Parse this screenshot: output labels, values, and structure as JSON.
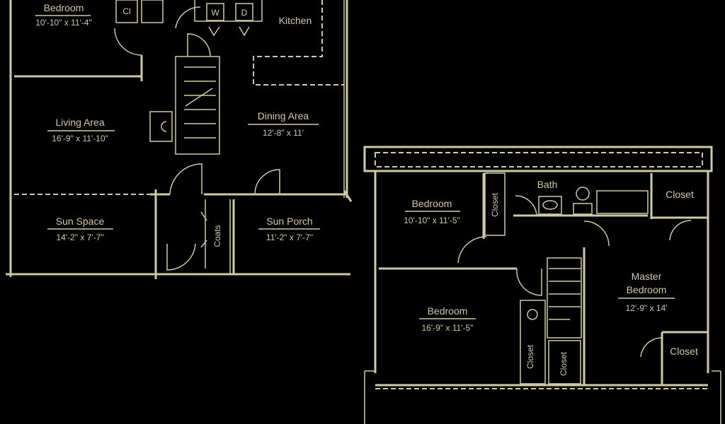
{
  "first_floor": {
    "bedroom": {
      "name": "Bedroom",
      "size": "10'-10\" x 11'-4\""
    },
    "closet_abbr": "Cl",
    "washer": "W",
    "dryer": "D",
    "kitchen": {
      "name": "Kitchen"
    },
    "living_area": {
      "name": "Living Area",
      "size": "16'-9\" x 11'-10\""
    },
    "dining_area": {
      "name": "Dining Area",
      "size": "12'-8\" x 11'"
    },
    "sun_space": {
      "name": "Sun Space",
      "size": "14'-2\" x 7'-7\""
    },
    "coats": "Coats",
    "sun_porch": {
      "name": "Sun Porch",
      "size": "11'-2\" x 7'-7\""
    }
  },
  "second_floor": {
    "bedroom_a": {
      "name": "Bedroom",
      "size": "10'-10\" x 11'-5\""
    },
    "closet_a": "Closet",
    "bath": "Bath",
    "closet_top_right": "Closet",
    "master_bedroom": {
      "name_line1": "Master",
      "name_line2": "Bedroom",
      "size": "12'-9\" x 14'"
    },
    "bedroom_b": {
      "name": "Bedroom",
      "size": "16'-9\" x 11'-5\""
    },
    "closet_b": "Closet",
    "closet_c": "Closet",
    "closet_bottom_right": "Closet"
  },
  "colors": {
    "line": "#cfcaa6",
    "background": "#000000"
  }
}
